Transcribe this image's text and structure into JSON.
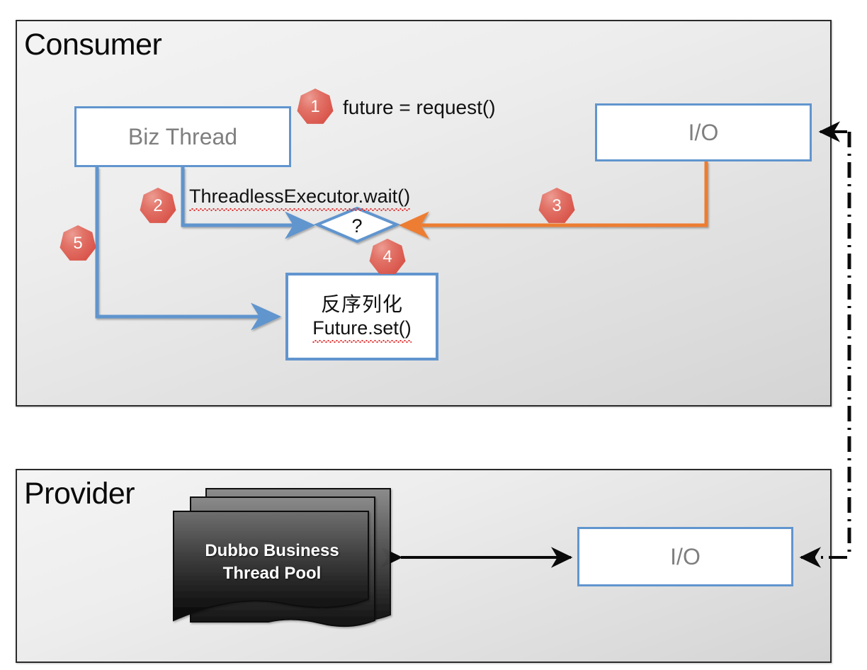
{
  "diagram": {
    "title_consumer": "Consumer",
    "title_provider": "Provider",
    "colors": {
      "box_border": "#6195ce",
      "box_fill": "#ffffff",
      "box_text": "#7f7f7f",
      "arrow_blue": "#6195ce",
      "arrow_orange": "#ed7d31",
      "arrow_black": "#000000",
      "badge_fill": "#d9544a",
      "badge_text": "#ffffff",
      "panel_border": "#2b2b2b",
      "panel_fill_top": "#f4f4f4",
      "panel_fill_bottom": "#d4d4d4",
      "pool_fill_top": "#6e6e6e",
      "pool_fill_bottom": "#0a0a0a",
      "pool_text": "#ffffff"
    }
  },
  "consumer": {
    "title": "Consumer",
    "biz_thread": {
      "label": "Biz Thread"
    },
    "io": {
      "label": "I/O"
    },
    "decision": {
      "label": "?"
    },
    "deserialize": {
      "line1": "反序列化",
      "line2": "Future.set()"
    },
    "labels": {
      "future_request": "future = request()",
      "threadless_wait": "ThreadlessExecutor.wait()"
    },
    "steps": [
      {
        "number": "1",
        "near": "future = request()"
      },
      {
        "number": "2",
        "near": "ThreadlessExecutor.wait()"
      },
      {
        "number": "3",
        "near": "I/O response to decision"
      },
      {
        "number": "4",
        "near": "decision to deserialize"
      },
      {
        "number": "5",
        "near": "Biz Thread to deserialize"
      }
    ]
  },
  "provider": {
    "title": "Provider",
    "thread_pool": {
      "line1": "Dubbo Business",
      "line2": "Thread Pool"
    },
    "io": {
      "label": "I/O"
    }
  }
}
